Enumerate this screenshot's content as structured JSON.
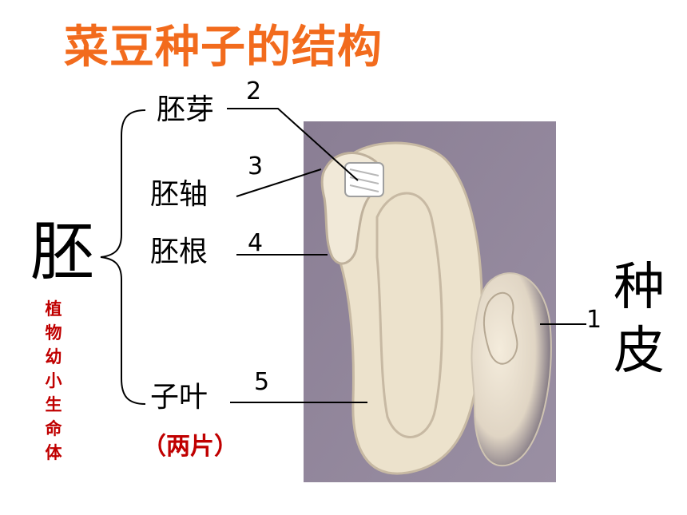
{
  "title": "菜豆种子的结构",
  "colors": {
    "title": "#f26b1d",
    "note": "#c00000",
    "line": "#000000",
    "photo_bg": "#8f8399",
    "seed": "#ece2cc",
    "seed_edge": "#c7b9a3",
    "coat_shadow": "#4f4660"
  },
  "embryo": {
    "label": "胚",
    "note": "植物幼小生命体"
  },
  "parts": [
    {
      "label": "胚芽",
      "number": "2"
    },
    {
      "label": "胚轴",
      "number": "3"
    },
    {
      "label": "胚根",
      "number": "4"
    },
    {
      "label": "子叶",
      "number": "5"
    }
  ],
  "cotyledon_note": "（两片）",
  "seed_coat": {
    "label": "种皮",
    "number": "1"
  }
}
